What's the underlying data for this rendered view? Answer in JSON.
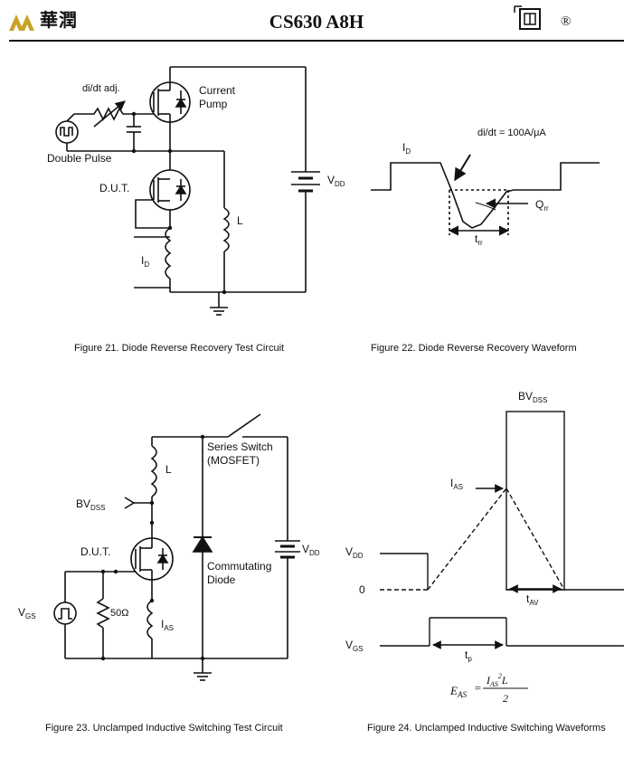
{
  "header": {
    "company_logo": "華潤",
    "doc_title": "CS630 A8H",
    "registered_mark": "®"
  },
  "fig21": {
    "didt_adj": "di/dt adj.",
    "current": "Current",
    "pump": "Pump",
    "double_pulse": "Double Pulse",
    "dut": "D.U.T.",
    "vdd": "V",
    "vdd_sub": "DD",
    "l": "L",
    "id": "I",
    "id_sub": "D",
    "caption": "Figure 21. Diode Reverse Recovery Test Circuit"
  },
  "fig22": {
    "didt": "di/dt = 100A/μA",
    "id": "I",
    "id_sub": "D",
    "qrr": "Q",
    "qrr_sub": "rr",
    "trr": "t",
    "trr_sub": "rr",
    "caption": "Figure 22. Diode Reverse Recovery Waveform"
  },
  "fig23": {
    "bvdss": "BV",
    "bvdss_sub": "DSS",
    "l": "L",
    "series_switch": "Series Switch",
    "mosfet": "(MOSFET)",
    "dut": "D.U.T.",
    "vdd": "V",
    "vdd_sub": "DD",
    "commutating": "Commutating",
    "diode": "Diode",
    "vgs": "V",
    "vgs_sub": "GS",
    "r": "50Ω",
    "ias": "I",
    "ias_sub": "AS",
    "caption": "Figure 23. Unclamped Inductive Switching Test Circuit"
  },
  "fig24": {
    "bvdss": "BV",
    "bvdss_sub": "DSS",
    "ias": "I",
    "ias_sub": "AS",
    "vdd": "V",
    "vdd_sub": "DD",
    "zero": "0",
    "tav": "t",
    "tav_sub": "AV",
    "vgs": "V",
    "vgs_sub": "GS",
    "tp": "t",
    "tp_sub": "p",
    "eq_lhs": "E",
    "eq_lhs_sub": "AS",
    "eq_eq": "=",
    "eq_num": "I",
    "eq_num_sub": "AS",
    "eq_num_sup": "2",
    "eq_num_l": "L",
    "eq_den": "2",
    "caption": "Figure 24. Unclamped Inductive Switching Waveforms"
  },
  "colors": {
    "ink": "#111111",
    "brand": "#c9a227"
  }
}
